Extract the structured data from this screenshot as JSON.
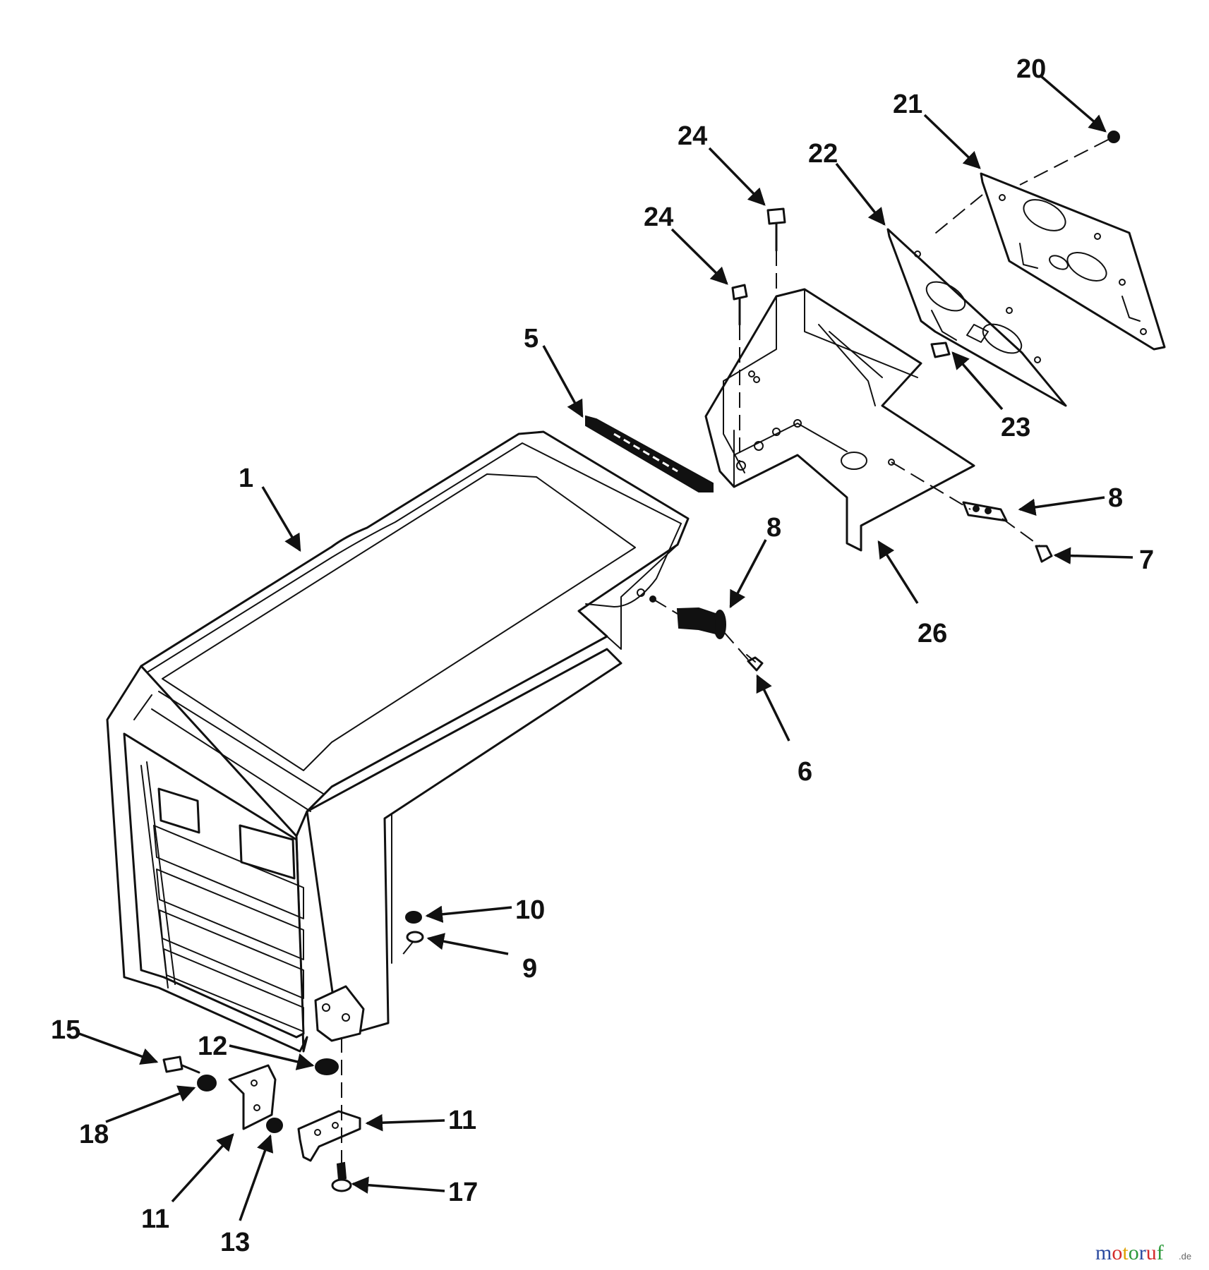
{
  "callouts": [
    {
      "id": "c1",
      "label": "1"
    },
    {
      "id": "c5",
      "label": "5"
    },
    {
      "id": "c6",
      "label": "6"
    },
    {
      "id": "c7",
      "label": "7"
    },
    {
      "id": "c8a",
      "label": "8"
    },
    {
      "id": "c8b",
      "label": "8"
    },
    {
      "id": "c9",
      "label": "9"
    },
    {
      "id": "c10",
      "label": "10"
    },
    {
      "id": "c11a",
      "label": "11"
    },
    {
      "id": "c11b",
      "label": "11"
    },
    {
      "id": "c12",
      "label": "12"
    },
    {
      "id": "c13",
      "label": "13"
    },
    {
      "id": "c15",
      "label": "15"
    },
    {
      "id": "c17",
      "label": "17"
    },
    {
      "id": "c18",
      "label": "18"
    },
    {
      "id": "c20",
      "label": "20"
    },
    {
      "id": "c21",
      "label": "21"
    },
    {
      "id": "c22",
      "label": "22"
    },
    {
      "id": "c23",
      "label": "23"
    },
    {
      "id": "c24a",
      "label": "24"
    },
    {
      "id": "c24b",
      "label": "24"
    },
    {
      "id": "c26",
      "label": "26"
    }
  ],
  "watermark": {
    "brand": "motoruf",
    "tld": ".de",
    "colors": {
      "m": "#2b4aa0",
      "o1": "#d42a2a",
      "t": "#e0a000",
      "o2": "#2b9a3a",
      "r": "#2b4aa0",
      "u": "#d42a2a",
      "f": "#2b9a3a"
    }
  }
}
